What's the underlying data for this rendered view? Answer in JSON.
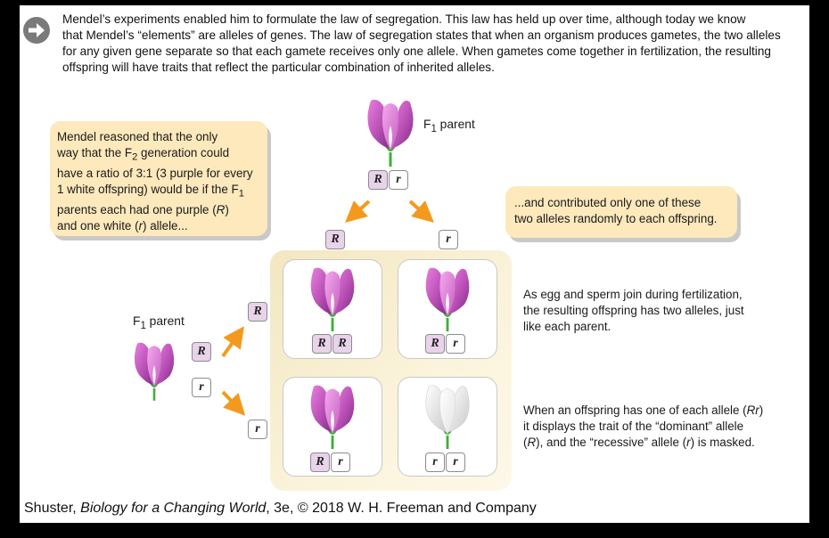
{
  "intro": {
    "line1": "Mendel’s experiments enabled him to formulate the law of segregation. This law has held up over time, although today we know",
    "line2": "that Mendel’s “elements” are alleles of genes. The law of segregation states that when an organism produces gametes, the two alleles",
    "line3": "for any given gene separate so that each gamete receives only one allele. When gametes come together in fertilization, the resulting",
    "line4": "offspring will have traits that reflect the particular combination of inherited alleles."
  },
  "callout_left": {
    "l1": "Mendel reasoned that the only",
    "l2a": "way that the F",
    "l2sub": "2",
    "l2b": " generation could",
    "l3": "have a ratio of 3:1 (3 purple for every",
    "l4a": "1 white offspring) would be if the F",
    "l4sub": "1",
    "l5a": "parents each had one purple (",
    "l5i": "R",
    "l5b": ")",
    "l6a": "and one white (",
    "l6i": "r",
    "l6b": ") allele..."
  },
  "callout_right": {
    "l1": "...and contributed only one of these",
    "l2": "two alleles randomly to each offspring."
  },
  "note_fertilization": {
    "l1": "As egg and sperm join during fertilization,",
    "l2": "the resulting offspring has two alleles, just",
    "l3": "like each parent."
  },
  "note_dominance": {
    "l1a": "When an offspring has one of each allele (",
    "l1i": "Rr",
    "l1b": ")",
    "l2": "it displays the trait of the “dominant” allele",
    "l3a": "(",
    "l3i1": "R",
    "l3b": "), and the “recessive” allele (",
    "l3i2": "r",
    "l3c": ") is masked."
  },
  "labels": {
    "top_parent_a": "F",
    "top_parent_sub": "1",
    "top_parent_b": " parent",
    "left_parent_a": "F",
    "left_parent_sub": "1",
    "left_parent_b": " parent"
  },
  "alleles": {
    "dominant": "R",
    "recessive": "r"
  },
  "offspring": [
    {
      "cell": "top-left",
      "alleles": [
        "R",
        "R"
      ],
      "flower": "purple"
    },
    {
      "cell": "top-right",
      "alleles": [
        "R",
        "r"
      ],
      "flower": "purple"
    },
    {
      "cell": "bottom-left",
      "alleles": [
        "R",
        "r"
      ],
      "flower": "purple"
    },
    {
      "cell": "bottom-right",
      "alleles": [
        "r",
        "r"
      ],
      "flower": "white"
    }
  ],
  "colors": {
    "purple_flower": "#b54fb0",
    "white_flower": "#eeeeee",
    "stem": "#3fae3a",
    "arrow": "#f39a1e",
    "callout": "#fde9bc",
    "dominant_box": "#e8d3ea"
  },
  "credit": {
    "a": "Shuster, ",
    "i": "Biology for a Changing World",
    "b": ", 3e, © 2018 W. H. Freeman and Company"
  }
}
